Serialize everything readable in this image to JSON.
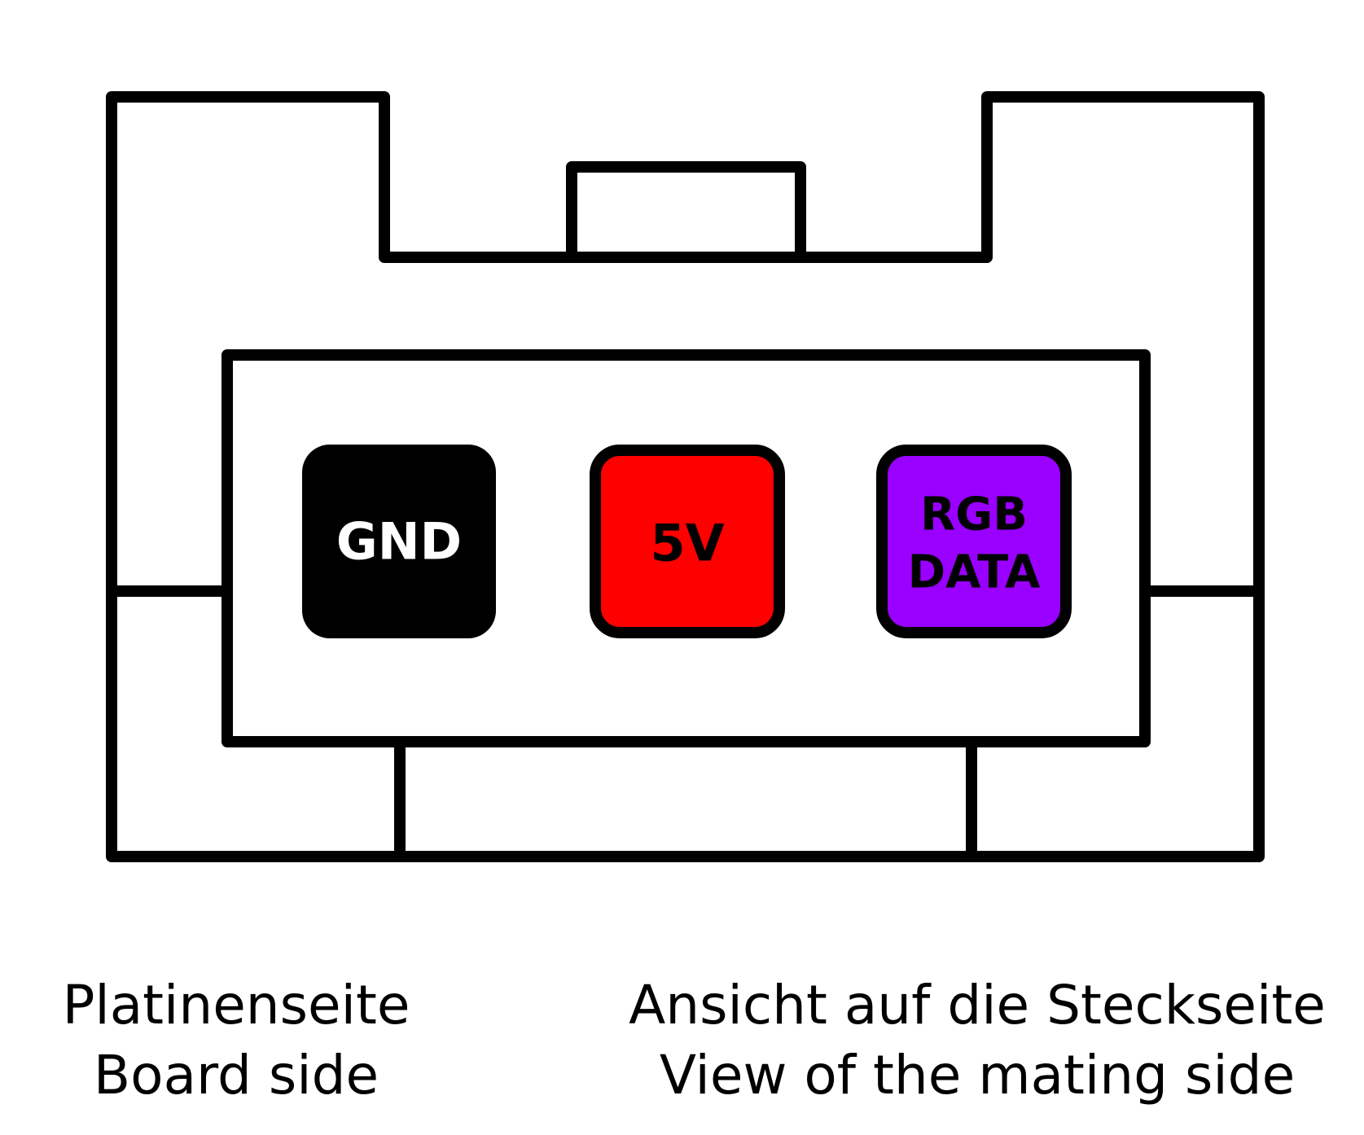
{
  "colors": {
    "stroke": "#000000",
    "background": "#ffffff",
    "gnd_fill": "#000000",
    "gnd_text": "#ffffff",
    "v5_fill": "#ff0000",
    "v5_text": "#000000",
    "rgb_fill": "#9900ff",
    "rgb_text": "#000000"
  },
  "pins": {
    "gnd": {
      "label": "GND"
    },
    "v5": {
      "label": "5V"
    },
    "rgb": {
      "line1": "RGB",
      "line2": "DATA"
    }
  },
  "captions": {
    "left": {
      "line1": "Platinenseite",
      "line2": "Board side"
    },
    "right": {
      "line1": "Ansicht auf die Steckseite",
      "line2": "View of the mating side"
    }
  }
}
